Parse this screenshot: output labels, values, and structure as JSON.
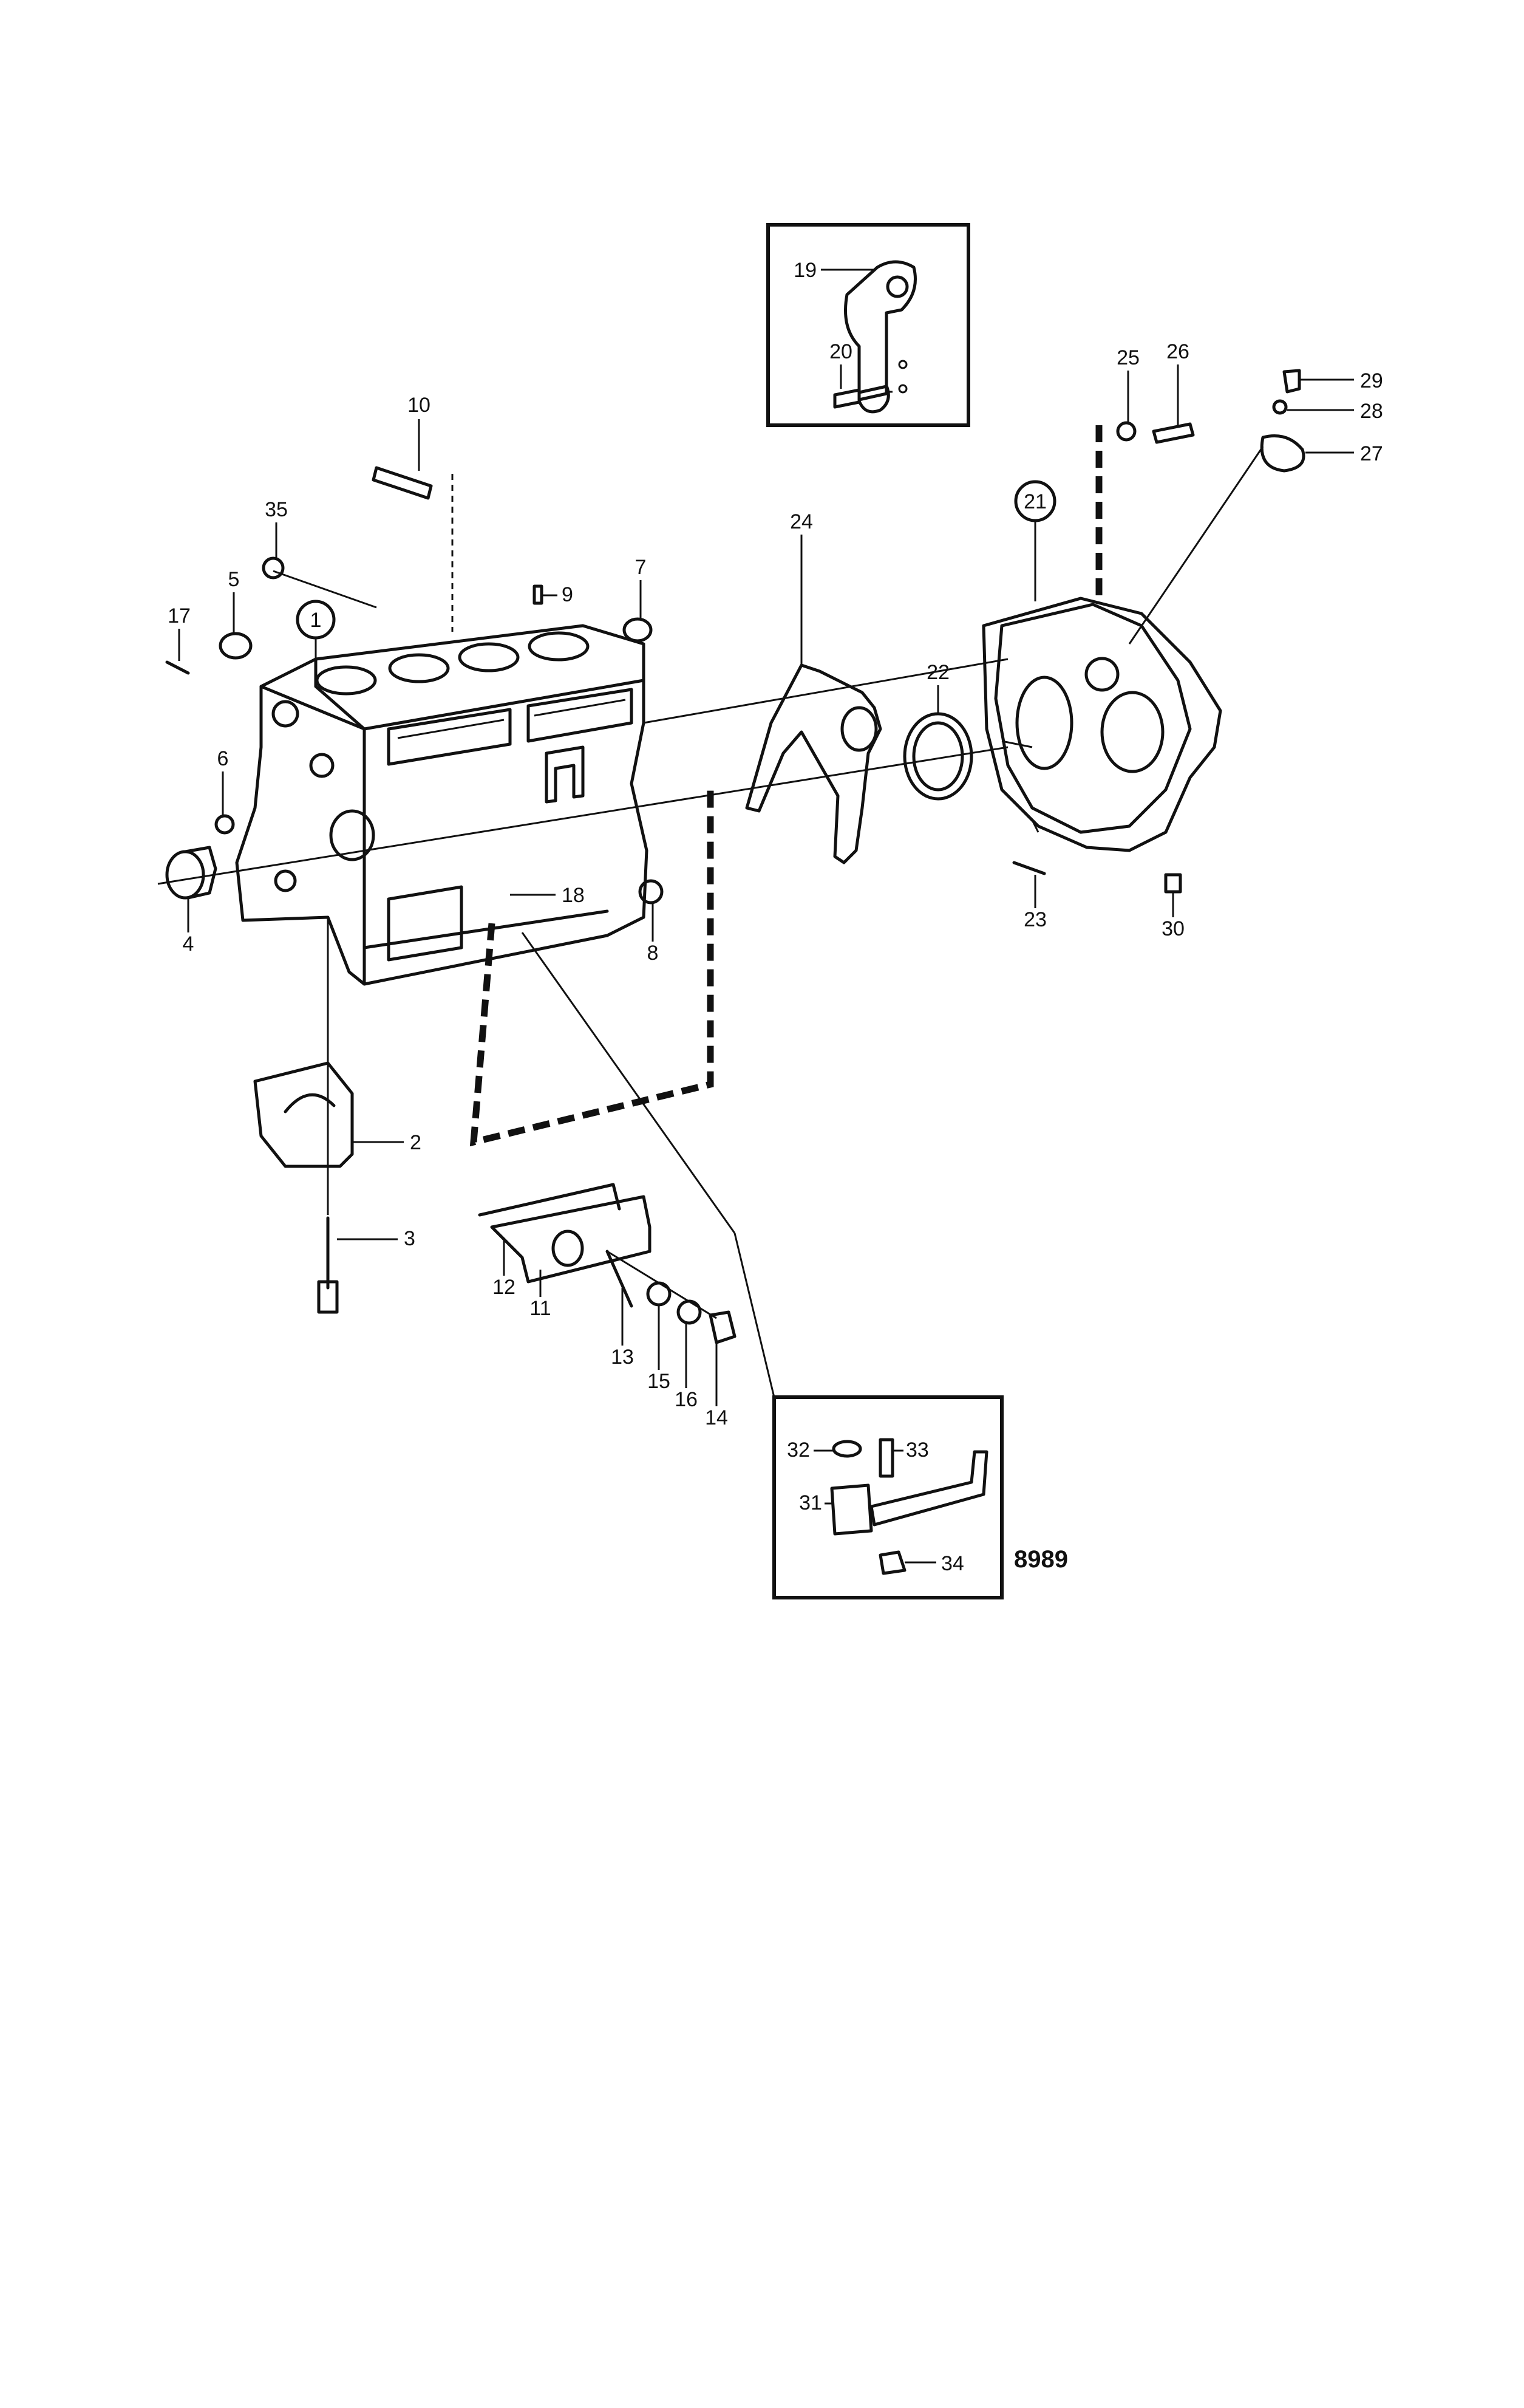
{
  "figure": {
    "code": "8989"
  },
  "callouts": {
    "p1": "1",
    "p2": "2",
    "p3": "3",
    "p4": "4",
    "p5": "5",
    "p6": "6",
    "p7": "7",
    "p8": "8",
    "p9": "9",
    "p10": "10",
    "p11": "11",
    "p12": "12",
    "p13": "13",
    "p14": "14",
    "p15": "15",
    "p16": "16",
    "p17": "17",
    "p18": "18",
    "p19": "19",
    "p20": "20",
    "p21": "21",
    "p22": "22",
    "p23": "23",
    "p24": "24",
    "p25": "25",
    "p26": "26",
    "p27": "27",
    "p28": "28",
    "p29": "29",
    "p30": "30",
    "p31": "31",
    "p32": "32",
    "p33": "33",
    "p34": "34",
    "p35": "35"
  },
  "colors": {
    "ink": "#111111",
    "paper": "#ffffff"
  }
}
